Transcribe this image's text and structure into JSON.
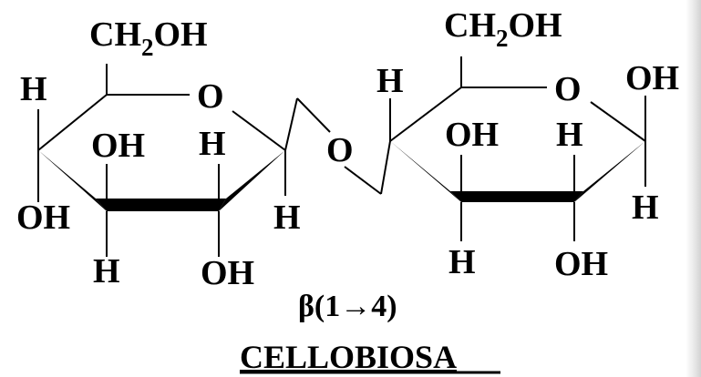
{
  "ring1": {
    "ch2oh": {
      "main": "CH",
      "sub": "2",
      "tail": "OH"
    },
    "ring_o": "O",
    "h_upper_left": "H",
    "oh_left": "OH",
    "oh_inner": "OH",
    "h_inner": "H",
    "h_bottom": "H",
    "oh_bottom": "OH",
    "h_anomeric": "H"
  },
  "bridge_o": "O",
  "ring2": {
    "ch2oh": {
      "main": "CH",
      "sub": "2",
      "tail": "OH"
    },
    "ring_o": "O",
    "h_upper_left": "H",
    "oh_inner": "OH",
    "h_inner": "H",
    "oh_right": "OH",
    "h_right": "H",
    "h_bottom": "H",
    "oh_bottom": "OH"
  },
  "linkage": "β(1→4)",
  "title": "CELLOBIOSA",
  "colors": {
    "ink": "#000000",
    "background": "#ffffff"
  }
}
